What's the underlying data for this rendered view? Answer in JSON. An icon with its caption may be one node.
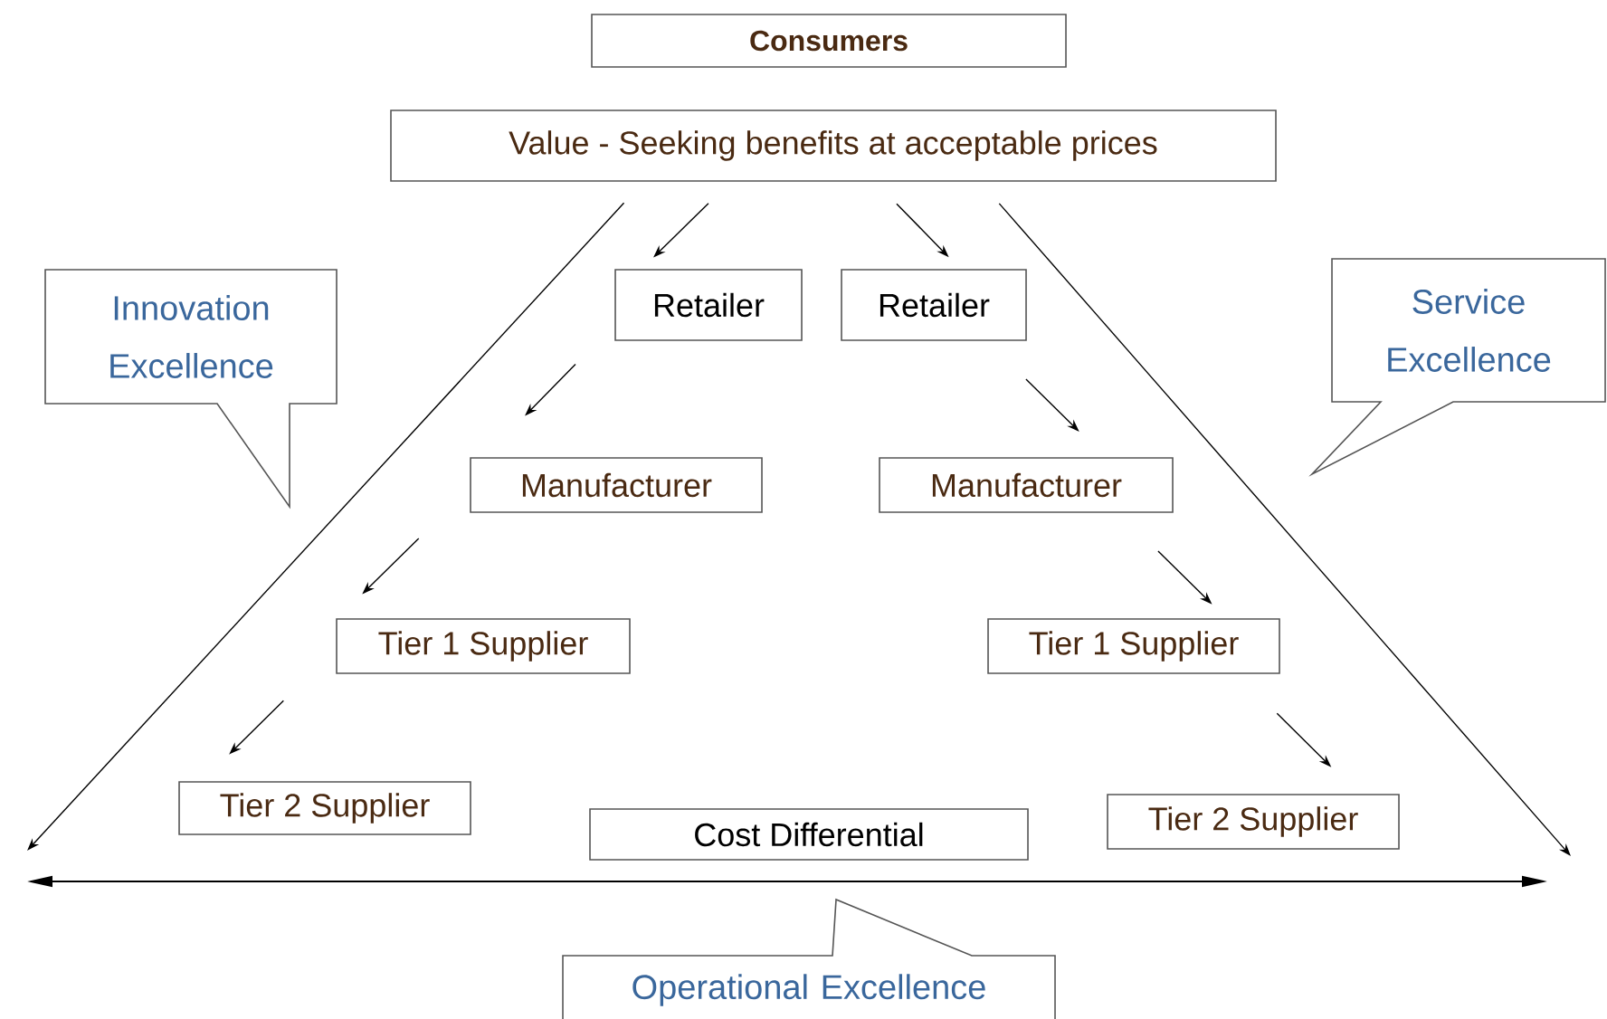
{
  "diagram": {
    "nodes": [
      {
        "text": [
          "Consumers"
        ]
      },
      {
        "text": [
          "Value - Seeking benefits at acceptable prices"
        ]
      },
      {
        "text": [
          "Retailer"
        ]
      },
      {
        "text": [
          "Retailer"
        ]
      },
      {
        "text": [
          "Manufacturer"
        ]
      },
      {
        "text": [
          "Manufacturer"
        ]
      },
      {
        "text": [
          "Tier 1 Supplier"
        ]
      },
      {
        "text": [
          "Tier 1 Supplier"
        ]
      },
      {
        "text": [
          "Tier 2 Supplier"
        ]
      },
      {
        "text": [
          "Tier 2 Supplier"
        ]
      },
      {
        "text": [
          "Cost Differential"
        ]
      },
      {
        "text": [
          "Innovation Excellence"
        ]
      },
      {
        "text": [
          "Service Excellence"
        ]
      },
      {
        "text": [
          "Operational Excellence"
        ]
      }
    ],
    "edges": [
      {
        "from": 1,
        "to": 2,
        "arrow": "to"
      },
      {
        "from": 1,
        "to": 3,
        "arrow": "to"
      },
      {
        "from": 2,
        "to": 4,
        "arrow": "to"
      },
      {
        "from": 3,
        "to": 5,
        "arrow": "to"
      },
      {
        "from": 4,
        "to": 6,
        "arrow": "to"
      },
      {
        "from": 5,
        "to": 7,
        "arrow": "to"
      },
      {
        "from": 6,
        "to": 8,
        "arrow": "to"
      },
      {
        "from": 7,
        "to": 9,
        "arrow": "to"
      },
      {
        "from": 1,
        "to": null,
        "arrow": "to"
      },
      {
        "from": 1,
        "to": null,
        "arrow": "to"
      }
    ]
  }
}
